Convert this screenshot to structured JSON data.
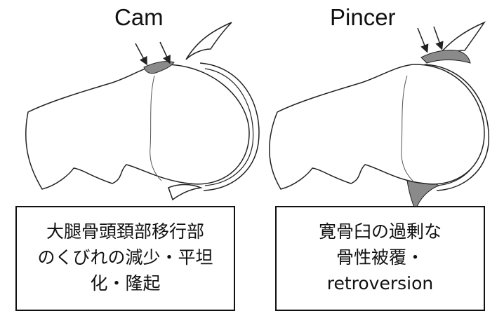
{
  "panels": [
    {
      "title": "Cam",
      "caption_lines": [
        "大腿骨頭頚部移行部",
        "のくびれの減少・平坦",
        "化・隆起"
      ]
    },
    {
      "title": "Pincer",
      "caption_lines": [
        "寛骨臼の過剰な",
        "骨性被覆・",
        "retroversion"
      ]
    }
  ],
  "colors": {
    "outline": "#222222",
    "overgrowth_fill": "#8a8a8a",
    "bone_fill": "#ffffff"
  }
}
